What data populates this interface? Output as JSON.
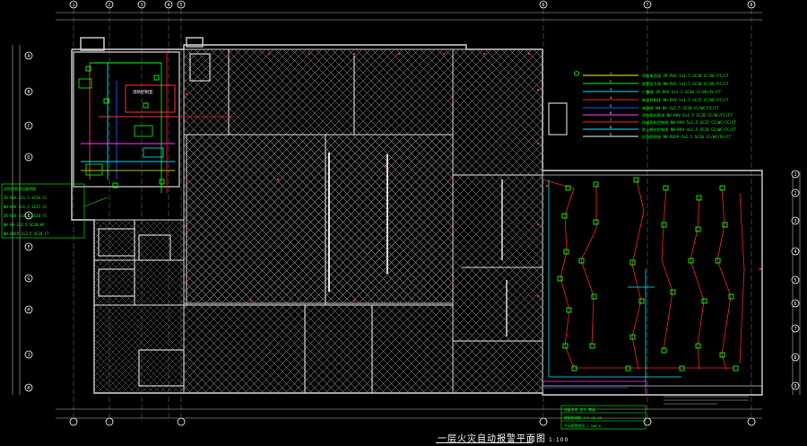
{
  "drawing": {
    "title": "一层火灾自动报警平面图",
    "scale": "1:100"
  },
  "colors": {
    "background": "#000000",
    "wall": "#d0d0d0",
    "hatch": "#8a8a8a",
    "grid_axis": "#ffffff",
    "device_green": "#00ff00",
    "wire_red": "#ff2020",
    "wire_cyan": "#00e5ff",
    "wire_blue": "#3050ff",
    "wire_magenta": "#ff40ff",
    "wire_yellow": "#ffff00",
    "legend_text": "#00ff00",
    "dimension": "#c0c0c0"
  },
  "axis_labels": {
    "top": [
      "1",
      "2",
      "3",
      "4",
      "5",
      "6",
      "7",
      "8"
    ],
    "left": [
      "A",
      "B",
      "C",
      "D",
      "E",
      "F",
      "G",
      "H",
      "J",
      "K"
    ],
    "right": [
      "1",
      "2",
      "3",
      "4",
      "5",
      "6",
      "7",
      "8",
      "9"
    ]
  },
  "legend_entries": [
    "消防电话线 ZR-RVS-2x1.5 SC20 CC/WC/FC/CT",
    "报警信号线 NH-RVS-2x1.5 SC20 CC/WC/FC/CT",
    "广播线 ZR-RVS-2x1.5 SC20 CC/WC/FC/CT",
    "联动控制线 NH-KVV-5x1.5 SC25 CC/WC/FC/CT",
    "电源线 NH-BV-2x2.5 SC20 CC/WC/FC/CT",
    "消防泵启泵线 NH-KVV-4x1.5 SC20 CC/WC/FC/CT",
    "排烟风机控制线 NH-KVV-5x1.5 SC25 CC/WC/FC/CT",
    "防火卷帘控制线 NH-KVV-4x1.5 SC20 CC/WC/FC/CT",
    "应急照明线 NH-RVSP-2x2.5 SC20 CC/WC/FC/CT"
  ],
  "left_notes": [
    "消防控制室设备明细",
    "ZR-RVS-2x1.5 SC20 CC",
    "NH-KVV-5x1.5 SC25 CC",
    "ZR-RVS-2x1.5 SC20 FC",
    "NH-BV-2x2.5 SC20 WC",
    "NH-RVSP-2x2.5 SC20 CT"
  ],
  "bottom_table": [
    "设备名称  型号  数量",
    "感烟探测器  JTY-GD  28",
    "手动报警按钮  J-SAM  6"
  ]
}
